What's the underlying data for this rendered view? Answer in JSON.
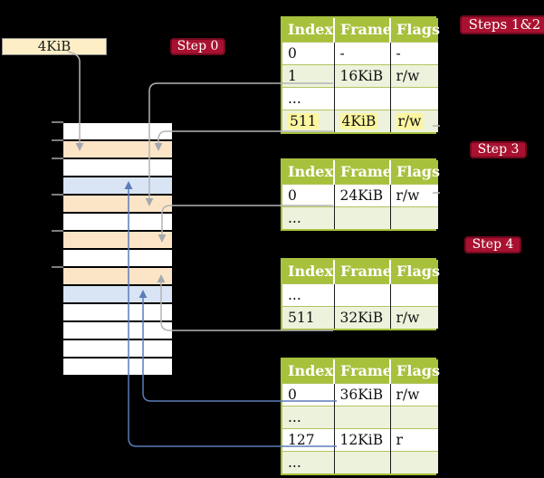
{
  "title": "Four-level page table translation diagram",
  "cr3": {
    "label": "4KiB"
  },
  "badges": {
    "step0": "Step 0",
    "steps12": "Steps 1&2",
    "step3": "Step 3",
    "step4": "Step 4"
  },
  "memory": {
    "description": "physical memory shown as a column of frames",
    "rows": [
      {
        "color": "white"
      },
      {
        "color": "peach"
      },
      {
        "color": "white"
      },
      {
        "color": "blue"
      },
      {
        "color": "peach"
      },
      {
        "color": "white"
      },
      {
        "color": "peach"
      },
      {
        "color": "white"
      },
      {
        "color": "peach"
      },
      {
        "color": "blue"
      },
      {
        "color": "white"
      },
      {
        "color": "white"
      },
      {
        "color": "white"
      },
      {
        "color": "white"
      }
    ]
  },
  "tables": [
    {
      "name": "page-table-steps-1-2",
      "columns": [
        "Index",
        "Frame",
        "Flags"
      ],
      "rows": [
        {
          "cells": [
            "0",
            "-",
            "-"
          ],
          "shaded": false,
          "highlight": false
        },
        {
          "cells": [
            "1",
            "16KiB",
            "r/w"
          ],
          "shaded": true,
          "highlight": false
        },
        {
          "cells": [
            "...",
            "",
            ""
          ],
          "shaded": false,
          "highlight": false
        },
        {
          "cells": [
            "511",
            "4KiB",
            "r/w"
          ],
          "shaded": true,
          "highlight": true
        }
      ]
    },
    {
      "name": "page-table-step-3",
      "columns": [
        "Index",
        "Frame",
        "Flags"
      ],
      "rows": [
        {
          "cells": [
            "0",
            "24KiB",
            "r/w"
          ],
          "shaded": false,
          "highlight": false
        },
        {
          "cells": [
            "...",
            "",
            ""
          ],
          "shaded": true,
          "highlight": false
        }
      ]
    },
    {
      "name": "page-table-step-4",
      "columns": [
        "Index",
        "Frame",
        "Flags"
      ],
      "rows": [
        {
          "cells": [
            "...",
            "",
            ""
          ],
          "shaded": false,
          "highlight": false
        },
        {
          "cells": [
            "511",
            "32KiB",
            "r/w"
          ],
          "shaded": true,
          "highlight": false
        }
      ]
    },
    {
      "name": "page-table-final",
      "columns": [
        "Index",
        "Frame",
        "Flags"
      ],
      "rows": [
        {
          "cells": [
            "0",
            "36KiB",
            "r/w"
          ],
          "shaded": false,
          "highlight": false
        },
        {
          "cells": [
            "...",
            "",
            ""
          ],
          "shaded": true,
          "highlight": false
        },
        {
          "cells": [
            "127",
            "12KiB",
            "r"
          ],
          "shaded": false,
          "highlight": false
        },
        {
          "cells": [
            "...",
            "",
            ""
          ],
          "shaded": true,
          "highlight": false
        }
      ]
    }
  ],
  "colors": {
    "background": "#000000",
    "table_header_green": "#a7c13c",
    "table_shaded_row": "#edf2dc",
    "highlight_yellow": "#fdf6a0",
    "badge_red": "#a81230",
    "frame_peach": "#fce5c6",
    "frame_blue": "#d9e5f5",
    "cr3_cream": "#fdeec6",
    "arrow_gray": "#b4b4b4",
    "arrow_blue": "#5b7cb8"
  }
}
